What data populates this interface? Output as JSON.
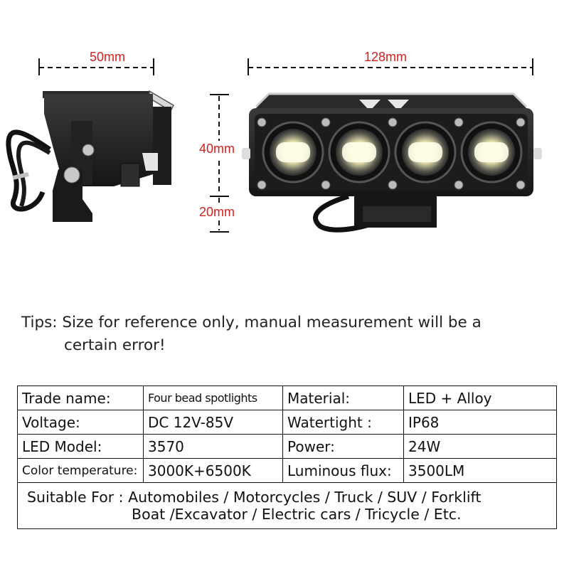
{
  "dimensions": {
    "width_side": "50mm",
    "width_front": "128mm",
    "height_body": "40mm",
    "height_bracket": "20mm"
  },
  "tips": {
    "line1": "Tips: Size for reference only, manual measurement will be a",
    "line2": "certain error!"
  },
  "specs": {
    "rows": [
      {
        "label1": "Trade name:",
        "value1": "Four bead spotlights",
        "label2": "Material:",
        "value2": "LED + Alloy"
      },
      {
        "label1": "Voltage:",
        "value1": "DC 12V-85V",
        "label2": "Watertight :",
        "value2": "IP68"
      },
      {
        "label1": "LED Model:",
        "value1": "3570",
        "label2": "Power:",
        "value2": "24W"
      },
      {
        "label1": "Color temperature:",
        "value1": "3000K+6500K",
        "label2": "Luminous flux:",
        "value2": "3500LM"
      }
    ],
    "suitable_line1": "Suitable For : Automobiles / Motorcycles / Truck / SUV / Forklift",
    "suitable_line2": "Boat /Excavator / Electric cars / Tricycle / Etc."
  }
}
